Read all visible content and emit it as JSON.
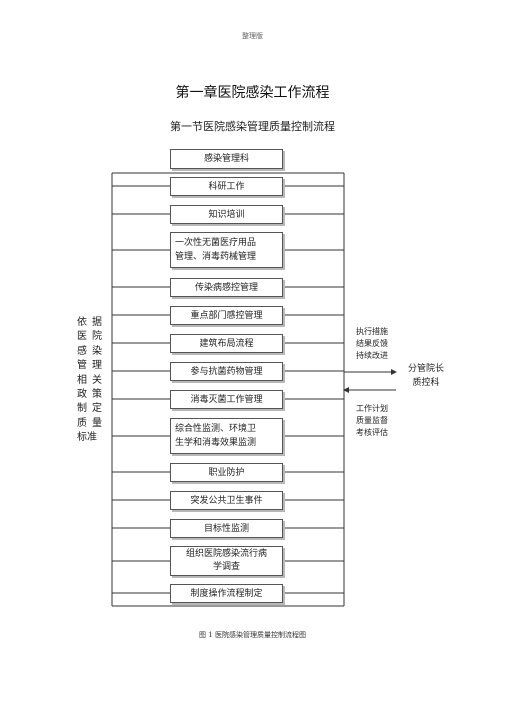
{
  "header_note": "整理版",
  "main_title": "第一章医院感染工作流程",
  "sub_title": "第一节医院感染管理质量控制流程",
  "top_box": "感染管理科",
  "items": [
    {
      "lines": [
        "科研工作"
      ]
    },
    {
      "lines": [
        "知识培训"
      ]
    },
    {
      "lines": [
        "一次性无菌医疗用品",
        "管理、消毒药械管理"
      ]
    },
    {
      "lines": [
        "传染病感控管理"
      ]
    },
    {
      "lines": [
        "重点部门感控管理"
      ]
    },
    {
      "lines": [
        "建筑布局流程"
      ]
    },
    {
      "lines": [
        "参与抗菌药物管理"
      ]
    },
    {
      "lines": [
        "消毒灭菌工作管理"
      ]
    },
    {
      "lines": [
        "综合性监测、环境卫",
        "生学和消毒效果监测"
      ]
    },
    {
      "lines": [
        "职业防护"
      ]
    },
    {
      "lines": [
        "突发公共卫生事件"
      ]
    },
    {
      "lines": [
        "目标性监测"
      ]
    },
    {
      "lines": [
        "组织医院感染流行病",
        "学调查"
      ]
    },
    {
      "lines": [
        "制度操作流程制定"
      ]
    }
  ],
  "left_basis": {
    "col1": [
      "依",
      "医",
      "感",
      "管",
      "相",
      "政",
      "制",
      "质",
      "标准"
    ],
    "col2": [
      "据",
      "院",
      "染",
      "理",
      "关",
      "策",
      "定",
      "量"
    ]
  },
  "right_top_note": [
    "执行措施",
    "结果反馈",
    "持续改进"
  ],
  "right_bottom_note": [
    "工作计划",
    "质量监督",
    "考核评估"
  ],
  "leader": [
    "分管院长",
    "质控科"
  ],
  "caption": "图 1 医院感染管理质量控制流程图"
}
